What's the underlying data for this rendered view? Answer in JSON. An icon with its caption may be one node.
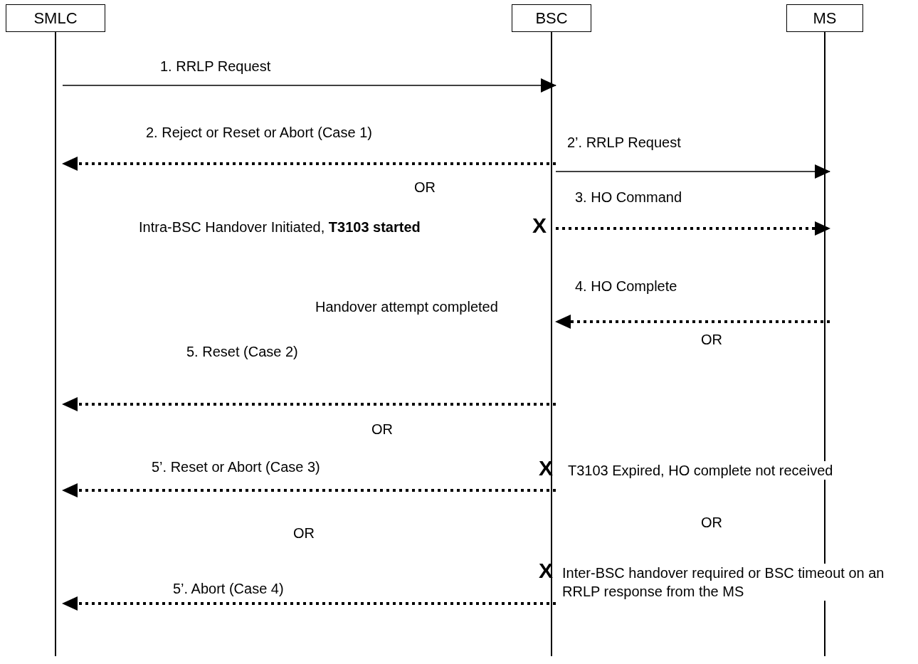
{
  "diagram": {
    "nodes": [
      {
        "text": [
          "SMLC"
        ]
      },
      {
        "text": [
          "BSC"
        ]
      },
      {
        "text": [
          "MS"
        ]
      }
    ],
    "edges": [
      {
        "from": 0,
        "to": 1,
        "arrow": "to",
        "label": "1. RRLP Request"
      },
      {
        "from": 1,
        "to": 0,
        "arrow": "to",
        "label": "2. Reject or Reset or Abort (Case 1)",
        "style": "dashed"
      },
      {
        "from": 1,
        "to": 2,
        "arrow": "to",
        "label": "2’. RRLP Request"
      },
      {
        "from": 1,
        "to": 2,
        "arrow": "to",
        "label": "3. HO Command",
        "style": "dashed"
      },
      {
        "from": 2,
        "to": 1,
        "arrow": "to",
        "label": "4. HO Complete",
        "style": "dashed"
      },
      {
        "from": 1,
        "to": 0,
        "arrow": "to",
        "label": "5. Reset (Case 2)",
        "style": "dashed"
      },
      {
        "from": 1,
        "to": 0,
        "arrow": "to",
        "label": "5’. Reset or Abort (Case 3)",
        "style": "dashed"
      },
      {
        "from": 1,
        "to": 0,
        "arrow": "to",
        "label": "5’. Abort (Case 4)",
        "style": "dashed"
      }
    ],
    "labels": [
      "OR",
      "Intra-BSC Handover Initiated,   **T3103 started**",
      "X",
      "Handover attempt completed",
      "OR",
      "OR",
      "X",
      "T3103 Expired, HO complete not received",
      "OR",
      "OR",
      "X",
      "Inter-BSC handover required or BSC timeout on an RRLP response from the MS"
    ]
  }
}
